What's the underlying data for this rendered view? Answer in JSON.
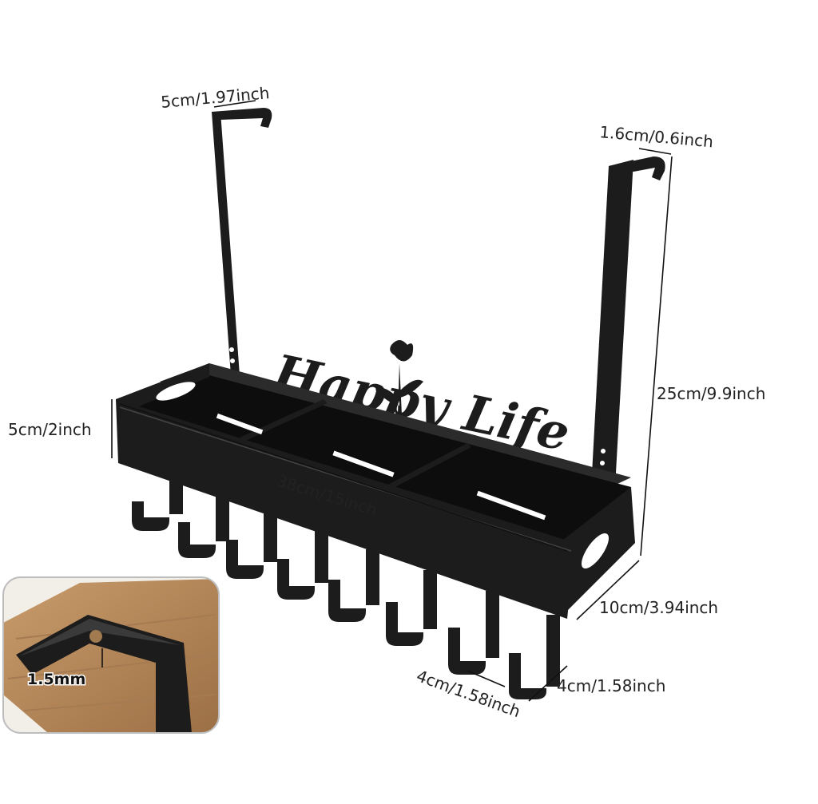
{
  "product": {
    "sign_text": "Happy Life",
    "metal_color": "#1c1c1c",
    "wood_color": "#b98a5c"
  },
  "dimensions": {
    "hook_width": "5cm/1.97inch",
    "hook_thickness": "1.6cm/0.6inch",
    "height": "25cm/9.9inch",
    "basket_height": "5cm/2inch",
    "length": "38cm/15inch",
    "depth": "10cm/3.94inch",
    "hook_spacing": "4cm/1.58inch",
    "hook_length": "4cm/1.58inch"
  },
  "inset": {
    "thickness_label": "1.5mm"
  }
}
